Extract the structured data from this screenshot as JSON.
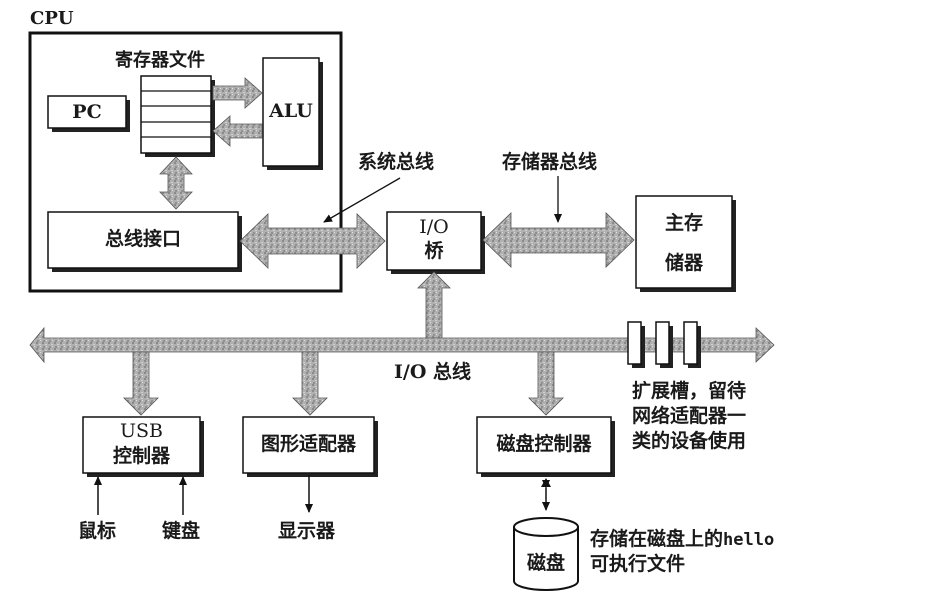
{
  "cpu": {
    "label": "CPU",
    "register_file_label": "寄存器文件",
    "pc_label": "PC",
    "alu_label": "ALU",
    "bus_interface_label": "总线接口"
  },
  "buses": {
    "system_bus_label": "系统总线",
    "memory_bus_label": "存储器总线",
    "io_bus_label": "I/O 总线"
  },
  "io_bridge": {
    "line1": "I/O",
    "line2": "桥"
  },
  "main_memory": {
    "line1": "主存",
    "line2": "储器"
  },
  "usb_controller": {
    "line1": "USB",
    "line2": "控制器"
  },
  "graphics_adapter": {
    "label": "图形适配器"
  },
  "disk_controller": {
    "label": "磁盘控制器"
  },
  "devices": {
    "mouse": "鼠标",
    "keyboard": "键盘",
    "display": "显示器",
    "disk": "磁盘"
  },
  "annotations": {
    "expansion_slots": [
      "扩展槽，留待",
      "网络适配器一",
      "类的设备使用"
    ],
    "disk_note_line1_prefix": "存储在磁盘上的",
    "disk_note_line1_code": "hello",
    "disk_note_line2": "可执行文件"
  },
  "colors": {
    "bus_fill": "#a9a9a9",
    "stroke": "#111111",
    "shadow": "#1a1a1a"
  }
}
